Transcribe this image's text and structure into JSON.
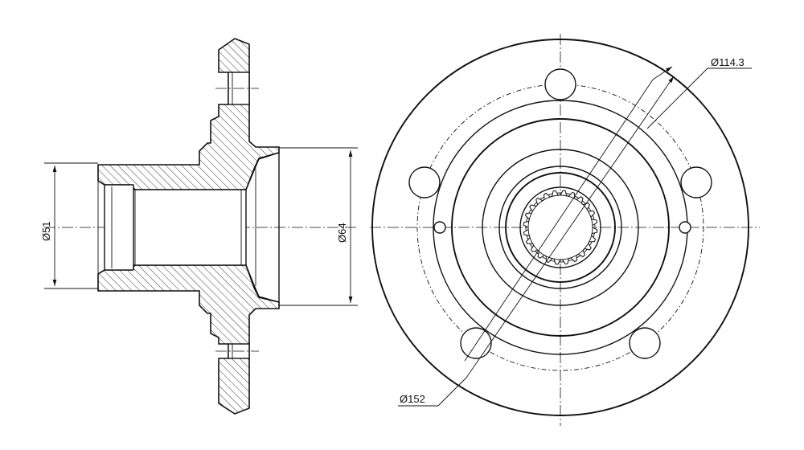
{
  "dimensions": {
    "bore_diameter": "Ø51",
    "flange_diameter": "Ø64",
    "bolt_circle": "Ø114.3",
    "outer_diameter": "Ø152"
  }
}
